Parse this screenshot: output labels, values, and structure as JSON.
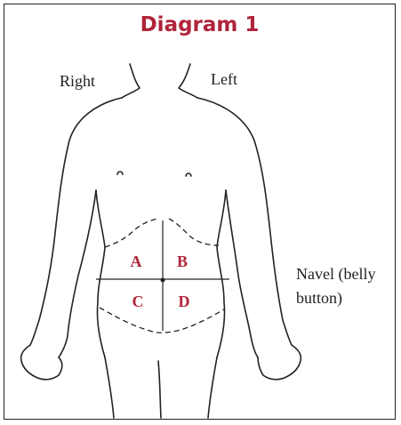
{
  "title": "Diagram 1",
  "labels": {
    "right": "Right",
    "left": "Left",
    "navel_line1": "Navel (belly",
    "navel_line2": "button)"
  },
  "quadrants": [
    "A",
    "B",
    "C",
    "D"
  ],
  "colors": {
    "accent": "#b0243a",
    "ink": "#222222"
  }
}
